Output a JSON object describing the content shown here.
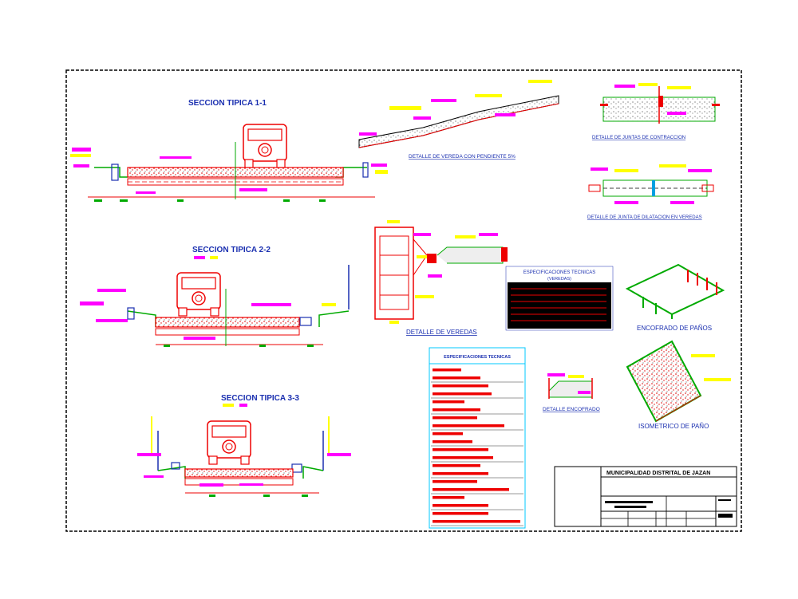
{
  "drawing": {
    "sections": {
      "s11": "SECCION TIPICA  1-1",
      "s22": "SECCION TIPICA  2-2",
      "s33": "SECCION TIPICA  3-3"
    },
    "details": {
      "vereda_pendiente": "DETALLE DE VEREDA CON PENDIENTE  5%",
      "veredas": "DETALLE DE VEREDAS",
      "junta_contraccion": "DETALLE DE JUNTAS DE CONTRACCION",
      "junta_dilatacion": "DETALLE DE JUNTA DE DILATACION EN VEREDAS",
      "encofrado_detalle": "DETALLE ENCOFRADO",
      "encofrado_panos": "ENCOFRADO DE PAÑOS",
      "isometrico": "ISOMETRICO DE PAÑO"
    },
    "specs_small": {
      "title": "ESPECIFICACIONES TECNICAS",
      "subtitle": "(VEREDAS)"
    },
    "specs_big": {
      "title": "ESPECIFICACIONES TECNICAS"
    },
    "title_block": {
      "entity": "MUNICIPALIDAD DISTRITAL DE JAZAN"
    },
    "colors": {
      "frame": "#000000",
      "label": "#1a2fb0",
      "concrete": "#ff0000",
      "annot": "#ff00ff",
      "dim": "#00aa00",
      "text_tag": "#ffff00"
    }
  }
}
